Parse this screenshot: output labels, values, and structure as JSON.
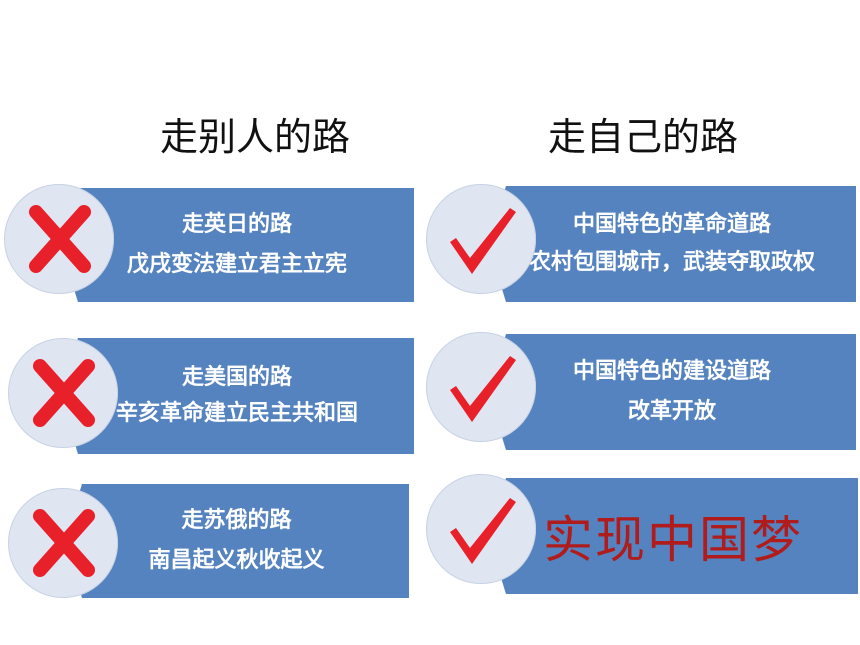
{
  "headings": {
    "left": "走别人的路",
    "right": "走自己的路"
  },
  "left_items": [
    {
      "line1": "走英日的路",
      "line2": "戊戌变法建立君主立宪",
      "icon": "cross-icon"
    },
    {
      "line1": "走美国的路",
      "line2": "辛亥革命建立民主共和国",
      "icon": "cross-icon"
    },
    {
      "line1": "走苏俄的路",
      "line2": "南昌起义秋收起义",
      "icon": "cross-icon"
    }
  ],
  "right_items": [
    {
      "line1": "中国特色的革命道路",
      "line2": "农村包围城市，武装夺取政权",
      "icon": "check-icon"
    },
    {
      "line1": "中国特色的建设道路",
      "line2": "改革开放",
      "icon": "check-icon"
    },
    {
      "big": "实现中国梦",
      "icon": "check-icon"
    }
  ],
  "colors": {
    "banner": "#5583c0",
    "mark": "#e8202a",
    "dream_text": "#b01c1c",
    "circle": "#dfe6f1"
  }
}
